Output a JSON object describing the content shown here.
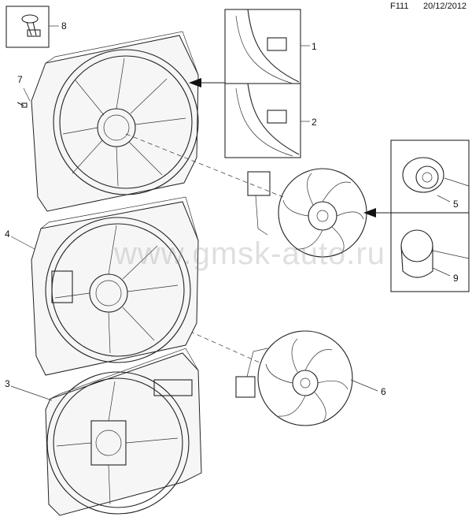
{
  "header": {
    "code": "F111",
    "date": "20/12/2012"
  },
  "watermark": "www.gmsk-auto.ru",
  "callouts": [
    "1",
    "2",
    "3",
    "4",
    "5",
    "6",
    "7",
    "8",
    "9"
  ]
}
